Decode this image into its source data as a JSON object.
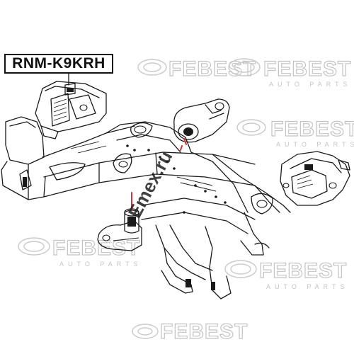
{
  "part_number": "RNM-K9KRH",
  "watermark": {
    "brand": "FEBEST",
    "tagline": "AUTO PARTS"
  },
  "site_watermark": "Emex.ru",
  "colors": {
    "line": "#1a1a1a",
    "watermark": "#c4c4c4",
    "accent": "#d6323c"
  }
}
